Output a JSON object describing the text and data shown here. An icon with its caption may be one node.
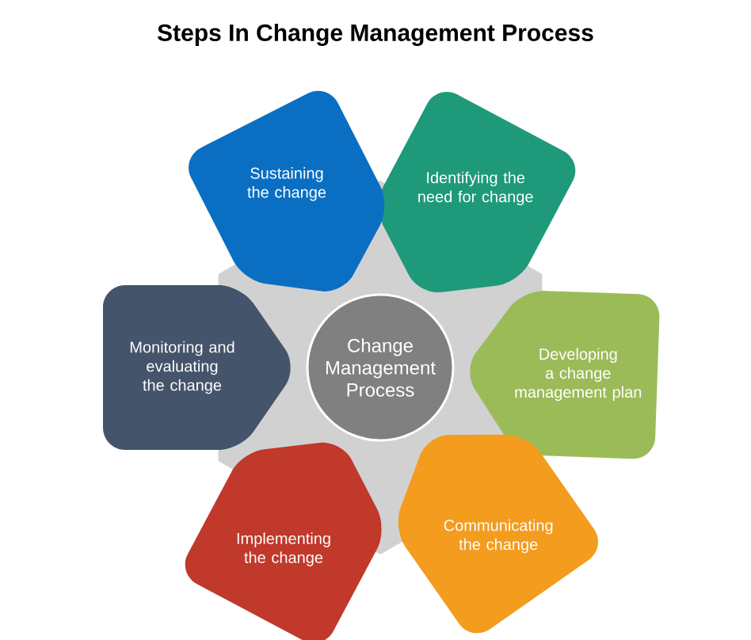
{
  "diagram": {
    "title": "Steps In Change Management Process",
    "nodes": [
      {
        "text": [
          "Change Management Process"
        ]
      },
      {
        "text": [
          "Identifying the need for change"
        ]
      },
      {
        "text": [
          "Developing a change management plan"
        ]
      },
      {
        "text": [
          "Communicating the change"
        ]
      },
      {
        "text": [
          "Implementing the change"
        ]
      },
      {
        "text": [
          "Monitoring and evaluating the change"
        ]
      },
      {
        "text": [
          "Sustaining the change"
        ]
      }
    ]
  }
}
